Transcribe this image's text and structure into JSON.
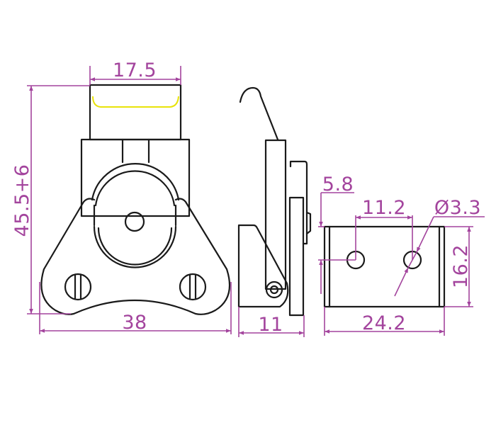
{
  "drawing": {
    "dimensions": {
      "top_width": "17.5",
      "total_height": "45.5+6",
      "base_width": "38",
      "side_depth": "11",
      "hole_offset": "5.8",
      "hole_spacing": "11.2",
      "hole_diameter": "Ø3.3",
      "plate_height": "16.2",
      "plate_width": "24.2"
    },
    "colors": {
      "outline": "#1a1a1a",
      "dimension": "#a3449d",
      "highlight": "#e8e30a"
    }
  }
}
